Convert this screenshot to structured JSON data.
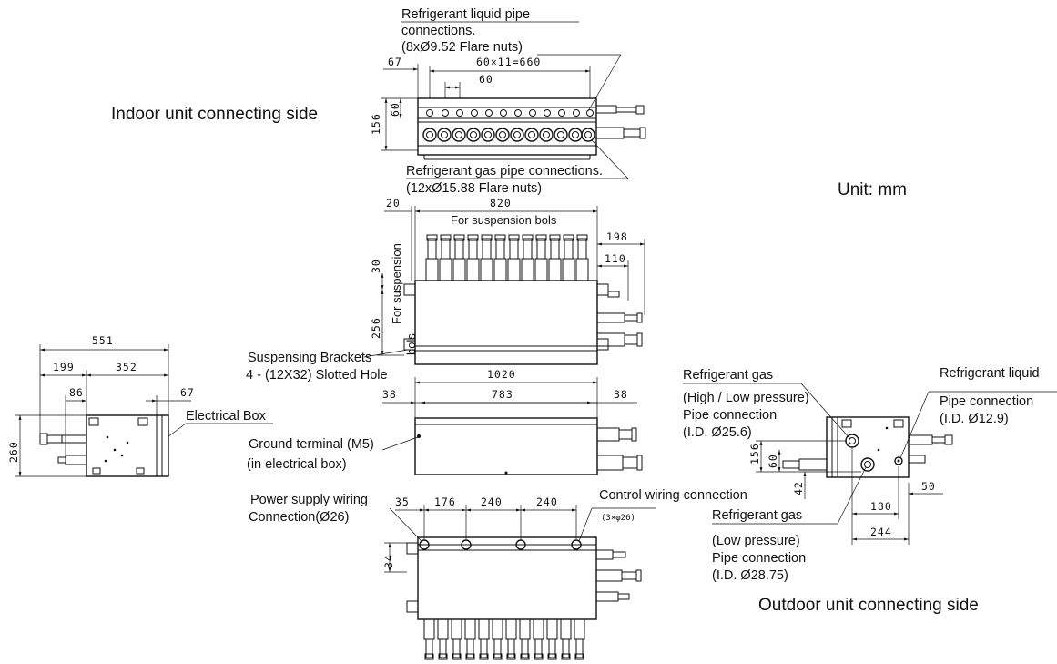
{
  "unit_label": "Unit: mm",
  "views": {
    "indoor_side": "Indoor unit connecting side",
    "outdoor_side": "Outdoor unit connecting side"
  },
  "callouts": {
    "liquid_pipe_line1": "Refrigerant liquid pipe",
    "liquid_pipe_line2": "connections.",
    "liquid_pipe_line3": "(8xØ9.52 Flare nuts)",
    "gas_pipe_line1": "Refrigerant gas pipe connections.",
    "gas_pipe_line2": "(12xØ15.88 Flare nuts)",
    "suspension_top": "For suspension bols",
    "suspension_side_1": "For suspension",
    "suspension_side_2": "bols",
    "brackets_line1": "Suspensing Brackets",
    "brackets_line2": "4 - (12X32) Slotted Hole",
    "electrical_box": "Electrical Box",
    "ground_line1": "Ground terminal (M5)",
    "ground_line2": "(in electrical box)",
    "power_line1": "Power supply wiring",
    "power_line2": "Connection(Ø26)",
    "control_line1": "Control wiring connection",
    "control_line2": "(3×φ26)",
    "gas_hl_line1": "Refrigerant gas",
    "gas_hl_line2": "(High / Low pressure)",
    "gas_hl_line3": "Pipe connection",
    "gas_hl_line4": "(I.D. Ø25.6)",
    "liquid_out_line1": "Refrigerant liquid",
    "liquid_out_line2": "Pipe connection",
    "liquid_out_line3": "(I.D. Ø12.9)",
    "gas_lp_line1": "Refrigerant gas",
    "gas_lp_line2": "(Low pressure)",
    "gas_lp_line3": "Pipe connection",
    "gas_lp_line4": "(I.D. Ø28.75)"
  },
  "dimensions": {
    "d67_top": "67",
    "d660": "60×11=660",
    "d60_h": "60",
    "d156_left": "156",
    "d60_v": "60",
    "d20": "20",
    "d820": "820",
    "d198": "198",
    "d110": "110",
    "d30": "30",
    "d256": "256",
    "d1020": "1020",
    "d38_left": "38",
    "d783": "783",
    "d38_right": "38",
    "d551": "551",
    "d199": "199",
    "d352": "352",
    "d86": "86",
    "d67_left": "67",
    "d260": "260",
    "d35": "35",
    "d176": "176",
    "d240a": "240",
    "d240b": "240",
    "d34": "34",
    "d156_right": "156",
    "d60_right": "60",
    "d42": "42",
    "d50": "50",
    "d180": "180",
    "d244": "244"
  }
}
